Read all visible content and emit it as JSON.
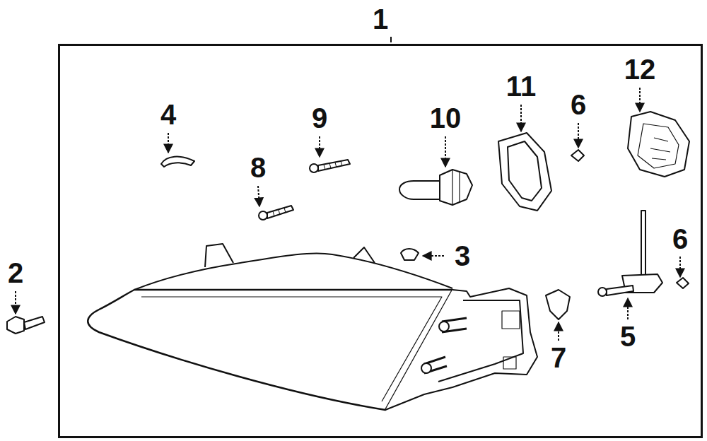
{
  "diagram": {
    "nodes": [
      {
        "text": [
          "1"
        ]
      }
    ],
    "labels": [
      "4",
      "9",
      "10",
      "11",
      "6",
      "12",
      "8",
      "3",
      "2",
      "6",
      "5",
      "7"
    ]
  }
}
